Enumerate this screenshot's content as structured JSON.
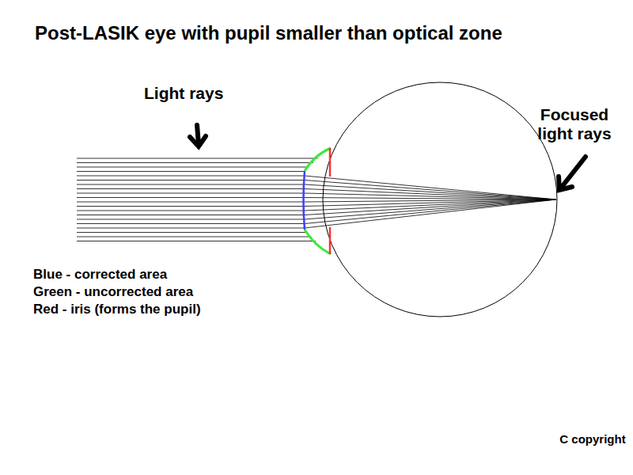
{
  "diagram": {
    "title": "Post-LASIK eye with pupil smaller than optical zone",
    "labels": [
      "Light rays",
      "Focused light rays",
      "Blue - corrected area",
      "Green - uncorrected area",
      "Red - iris (forms the pupil)",
      "C copyright"
    ]
  }
}
